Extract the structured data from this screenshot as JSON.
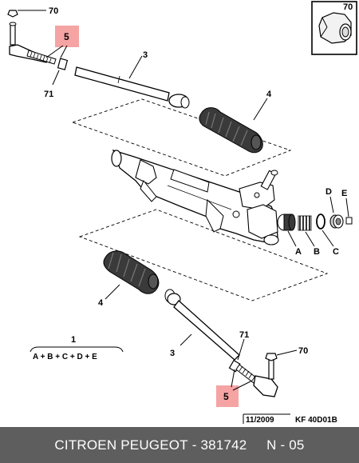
{
  "labels": {
    "n70": "70",
    "n5": "5",
    "n3": "3",
    "n4": "4",
    "n71": "71",
    "a": "A",
    "b": "B",
    "c": "C",
    "d": "D",
    "e": "E",
    "n1": "1",
    "formula": "A + B + C + D + E"
  },
  "stamp": {
    "date": "11/2009",
    "code": "KF 40D01B"
  },
  "footer": {
    "brand": "CITROEN PEUGEOT",
    "separator": " - ",
    "part_number": "381742",
    "position": "N - 05"
  },
  "colors": {
    "highlight": "#f5a3a3",
    "footer_bg": "#5e5e5e"
  }
}
